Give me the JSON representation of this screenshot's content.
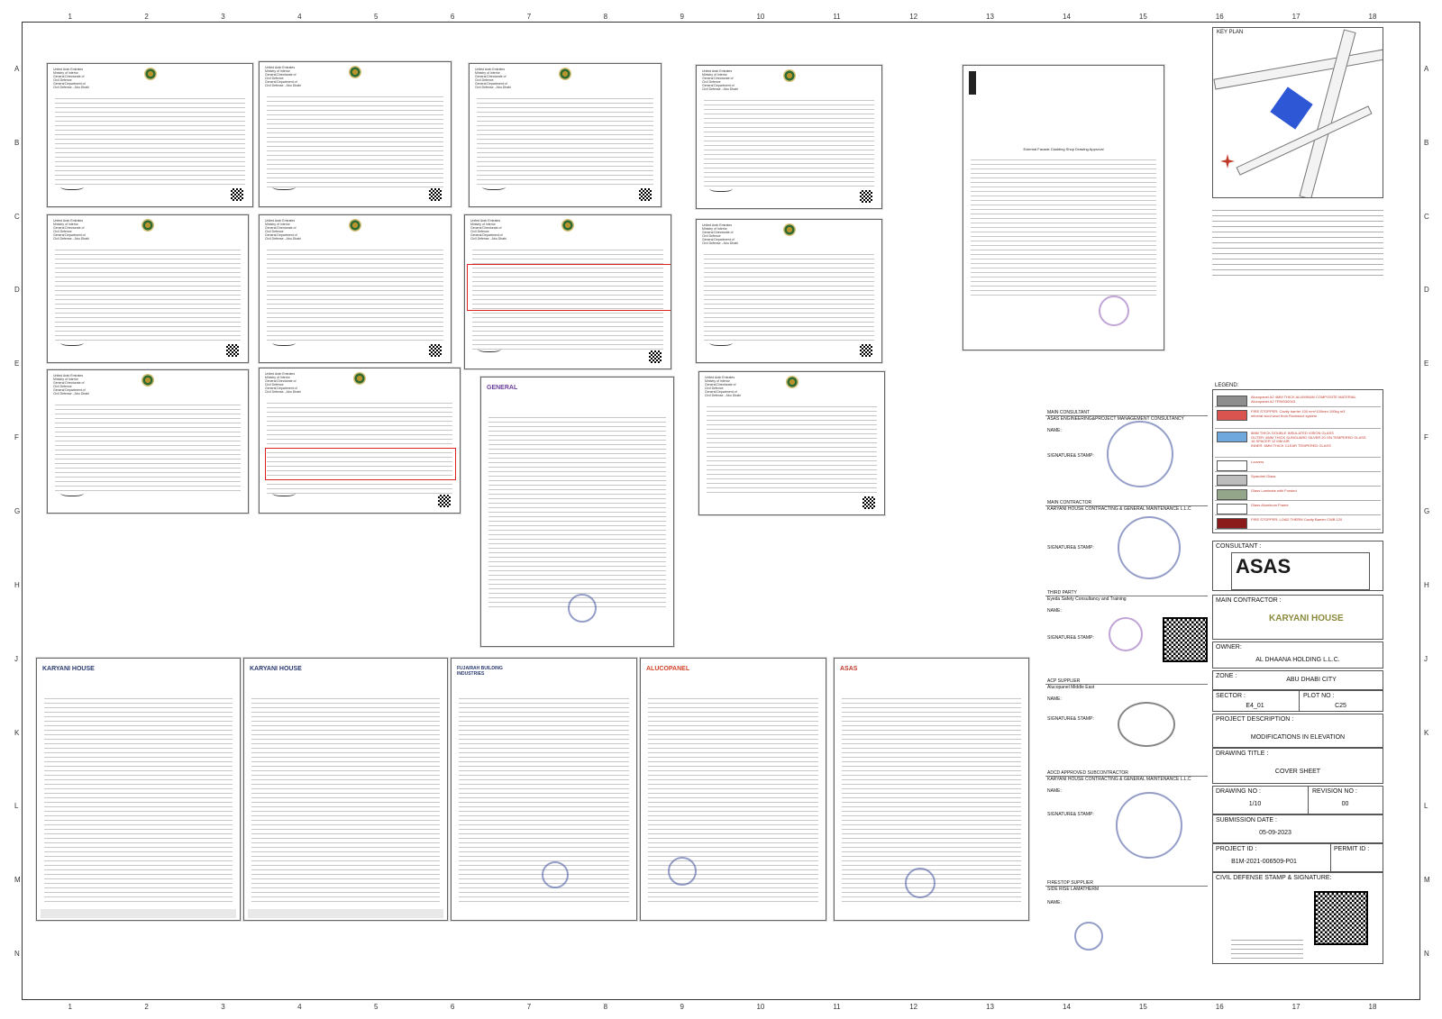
{
  "ruler": {
    "cols": [
      "1",
      "2",
      "3",
      "4",
      "5",
      "6",
      "7",
      "8",
      "9",
      "10",
      "11",
      "12",
      "13",
      "14",
      "15",
      "16",
      "17",
      "18"
    ],
    "rows": [
      "A",
      "B",
      "C",
      "D",
      "E",
      "F",
      "G",
      "H",
      "J",
      "K",
      "L",
      "M",
      "N"
    ]
  },
  "key_plan": {
    "label": "KEY PLAN"
  },
  "legend": {
    "title": "LEGEND:",
    "items": [
      {
        "color": "#8e8e8e",
        "text": "Alucopanel A2 4MM THICK ALUMINUM COMPOSITE MATERIAL\nAlucopanel A2 TRW030043"
      },
      {
        "color": "#d9534f",
        "text": "FIRE STOPPER: Cavity barrier 100 mm*100mm 100kg m3\nmineral wool wool from Rockwool system"
      },
      {
        "color": "#6fa8dc",
        "text": "8MM THICK DOUBLE INSULATED VISION GLASS\nOUTER: 6MM THICK SUNGUARD SILVER 20 ON TEMPERED GLASS\n16 SPACER 12 MM AIR\nINNER: 6MM THICK CLEAR TEMPERED GLASS"
      },
      {
        "color": "#ffffff",
        "text": "Louvers"
      },
      {
        "color": "#bdbdbd",
        "text": "Spandrel Glass"
      },
      {
        "color": "#93a68a",
        "text": "Glass Laminate with Frosted"
      },
      {
        "color": "#ffffff",
        "text": "Glass Aluminum Frame"
      },
      {
        "color": "#8b1a1a",
        "text": "FIRE STOPPER: LOAD THERM Cavity Barrier CWB 120"
      }
    ]
  },
  "title_block": {
    "consultant_label": "CONSULTANT :",
    "main_contractor_label": "MAIN CONTRACTOR :",
    "main_contractor_logo": "KARYANI HOUSE",
    "owner_label": "OWNER:",
    "owner_value": "AL DHAANA HOLDING L.L.C.",
    "zone_label": "ZONE :",
    "zone_value": "ABU DHABI CITY",
    "sector_label": "SECTOR :",
    "sector_value": "E4_01",
    "plot_label": "PLOT NO :",
    "plot_value": "C25",
    "project_desc_label": "PROJECT DESCRIPTION :",
    "project_desc_value": "MODIFICATIONS IN ELEVATION",
    "drawing_title_label": "DRAWING TITLE :",
    "drawing_title_value": "COVER SHEET",
    "drawing_no_label": "DRAWING NO :",
    "drawing_no_value": "1/10",
    "revision_label": "REVISION NO :",
    "revision_value": "00",
    "submission_label": "SUBMISSION DATE :",
    "submission_value": "05-09-2023",
    "project_id_label": "PROJECT ID :",
    "project_id_value": "B1M-2021-006509-P01",
    "permit_label": "PERMIT ID :",
    "permit_value": "",
    "civil_defense_label": "CIVIL DEFENSE STAMP & SIGNATURE:"
  },
  "signatures": {
    "main_consultant_title": "MAIN CONSULTANT",
    "main_consultant_name": "ASAS ENGINEERING&PROJECT MANAGEMENT CONSULTANCY",
    "main_contractor_title": "MAIN CONTRACTOR",
    "main_contractor_name": "KARYANI HOUSE CONTRACTING & GENERAL MAINTENANCE L.L.C",
    "third_party_title": "THIRD PARTY",
    "third_party_name": "Eyeda Safety Consultancy and Training",
    "acp_supplier_title": "ACP SUPPLIER",
    "acp_supplier_name": "Alucopanel Middle East",
    "adcd_title": "ADCD APPROVED SUBCONTRACTOR",
    "adcd_name": "KARYANI HOUSE CONTRACTING & GENERAL MAINTENANCE L.L.C",
    "firestop_title": "FIRESTOP SUPPLIER",
    "firestop_name": "SIDE RISE LAMATHERM",
    "name_label": "NAME:",
    "sigstamp_label": "SIGNATURE& STAMP:"
  },
  "documents": {
    "header_en": "United Arab Emirates\nMinistry of Interior\nGeneral Directorate of Civil Defence\nGeneral Department of Civil Defense - Abu Dhabi",
    "letter_karyani": "KARYANI HOUSE",
    "letter_fujairah": "FUJAIRAH BUILDING INDUSTRIES",
    "letter_alucopanel": "ALUCOPANEL",
    "letter_asas": "ASAS",
    "letter_general": "GENERAL",
    "eyeda_title": "External Facade Cladding Shop Drawing Approval"
  }
}
